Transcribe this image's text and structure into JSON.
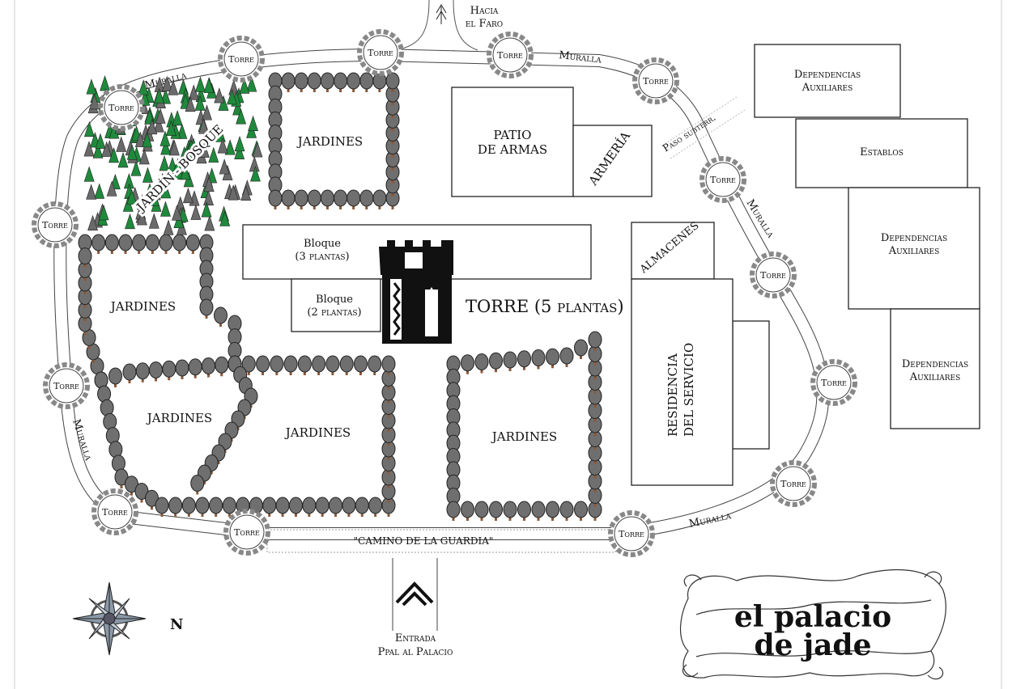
{
  "title": {
    "line1": "el palacio",
    "line2": "de jade"
  },
  "north_label": "N",
  "towers": {
    "label": "Torre",
    "count": 14
  },
  "wall_labels": [
    "Muralla",
    "Muralla",
    "Muralla",
    "Muralla",
    "Muralla"
  ],
  "lighthouse": {
    "line1": "Hacia",
    "line2": "el Faro"
  },
  "entrance": {
    "line1": "Entrada",
    "line2": "Ppal al Palacio"
  },
  "guard_path": "\"CAMINO DE LA GUARDIA\"",
  "underground": "Paso subterr.",
  "buildings": {
    "patio": {
      "line1": "PATIO",
      "line2": "DE ARMAS"
    },
    "armeria": "ARMERÍA",
    "block3": {
      "line1": "Bloque",
      "line2": "(3 plantas)"
    },
    "block2": {
      "line1": "Bloque",
      "line2": "(2 plantas)"
    },
    "tower": "TORRE (5 plantas)",
    "almacenes": "ALMACENES",
    "residencia": {
      "line1": "RESIDENCIA",
      "line2": "DEL SERVICIO"
    },
    "dep1": {
      "line1": "Dependencias",
      "line2": "Auxiliares"
    },
    "establos": "Establos",
    "dep2": {
      "line1": "Dependencias",
      "line2": "Auxiliares"
    },
    "dep3": {
      "line1": "Dependencias",
      "line2": "Auxiliares"
    }
  },
  "gardens": {
    "forest": "JARDÍN - BOSQUE",
    "g_top": "JARDINES",
    "g_left": "JARDINES",
    "g_lower_left": "JARDINES",
    "g_center": "JARDINES",
    "g_right": "JARDINES"
  },
  "colors": {
    "wall": "#7a7a7a",
    "tree": "#6f6f6f",
    "pine_green": "#1f8a3c",
    "pine_gray": "#6a6a6a"
  }
}
